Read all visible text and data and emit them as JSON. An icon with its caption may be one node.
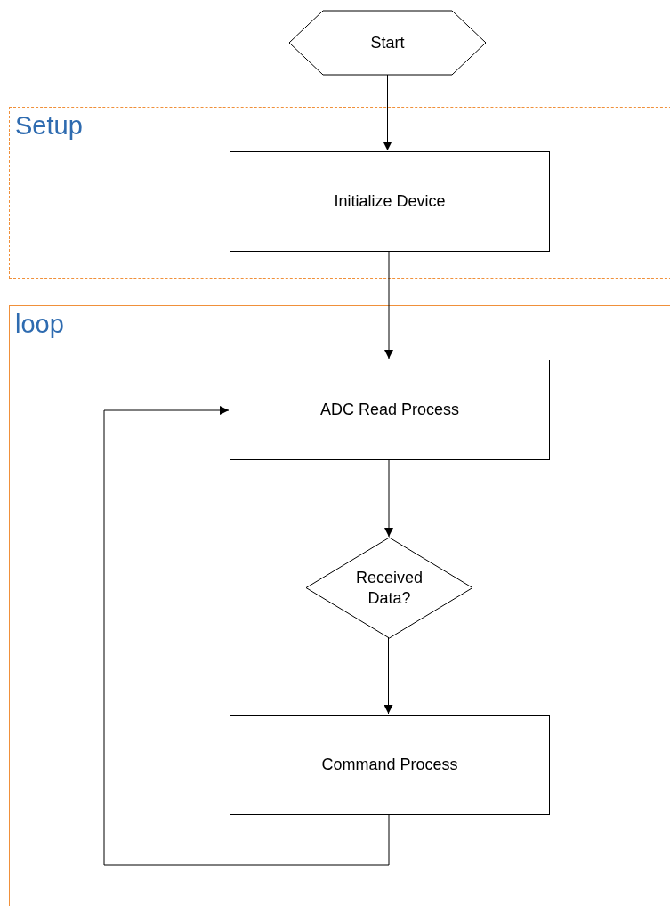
{
  "diagram": {
    "nodes": [
      {
        "text": [
          "Setup"
        ]
      },
      {
        "text": [
          "Start"
        ]
      },
      {
        "text": [
          "Initialize Device"
        ],
        "in": 0
      },
      {
        "text": [
          "loop"
        ]
      },
      {
        "text": [
          "ADC Read Process"
        ],
        "in": 3
      },
      {
        "text": [
          "Received Data?"
        ],
        "in": 3
      },
      {
        "text": [
          "Command Process"
        ],
        "in": 3
      }
    ],
    "edges": [
      {
        "from": 1,
        "to": 2,
        "arrow": "to"
      },
      {
        "from": 2,
        "to": 4,
        "arrow": "to"
      },
      {
        "from": 4,
        "to": 5,
        "arrow": "to"
      },
      {
        "from": 5,
        "to": 6,
        "arrow": "to"
      },
      {
        "from": 6,
        "to": 4,
        "arrow": "to"
      }
    ]
  }
}
